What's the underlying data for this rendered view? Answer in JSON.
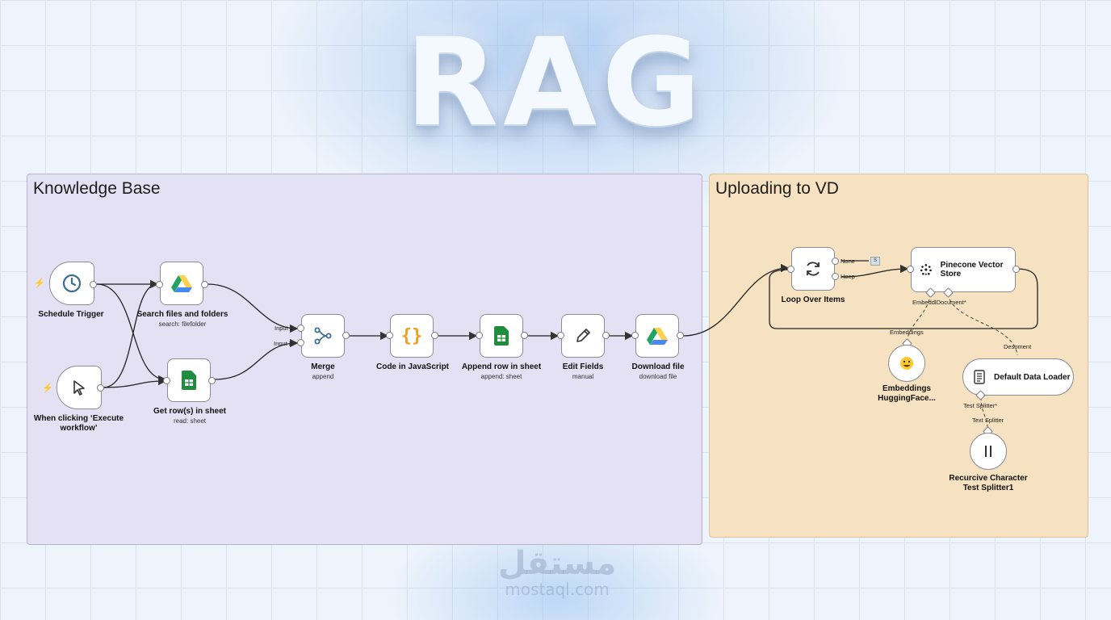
{
  "title": "RAG",
  "groups": {
    "knowledge_base": {
      "title": "Knowledge Base"
    },
    "uploading": {
      "title": "Uploading to VD"
    }
  },
  "nodes": {
    "schedule_trigger": {
      "label": "Schedule Trigger",
      "icon": "clock-icon"
    },
    "manual_trigger": {
      "label": "When clicking ‘Execute workflow’",
      "icon": "cursor-icon"
    },
    "search_files": {
      "label": "Search files and folders",
      "sub": "search: filefolder",
      "icon": "google-drive-icon"
    },
    "get_rows": {
      "label": "Get row(s) in sheet",
      "sub": "read: sheet",
      "icon": "google-sheets-icon"
    },
    "merge": {
      "label": "Merge",
      "sub": "append",
      "icon": "merge-icon",
      "input1": "Input 1",
      "input2": "Input 2"
    },
    "code": {
      "label": "Code in JavaScript",
      "icon": "code-braces-icon"
    },
    "append_row": {
      "label": "Append row in sheet",
      "sub": "append: sheet",
      "icon": "google-sheets-icon"
    },
    "edit_fields": {
      "label": "Edit Fields",
      "sub": "manual",
      "icon": "pencil-icon"
    },
    "download_file": {
      "label": "Download file",
      "sub": "download file",
      "icon": "google-drive-icon"
    },
    "loop": {
      "label": "Loop Over Items",
      "icon": "loop-icon",
      "out_done": "None",
      "out_loop": "Hoep",
      "badge": "S"
    },
    "pinecone": {
      "label": "Pinecone Vector Store",
      "icon": "pinecone-icon",
      "port_embed": "EmbeddlDocument*"
    },
    "embeddings": {
      "label": "Embeddings HuggingFace...",
      "icon": "huggingface-icon",
      "port": "Embeddings"
    },
    "data_loader": {
      "label": "Default Data Loader",
      "icon": "document-icon",
      "port_in": "Desoment",
      "port_out": "Test Splitter*"
    },
    "splitter": {
      "label": "Recurcive Character Test Splitter1",
      "icon": "pause-icon",
      "port": "Text Splitter"
    }
  },
  "colors": {
    "kb_bg": "#e5e1f4",
    "vd_bg": "#f6e2c0",
    "drive_green": "#1fa463",
    "drive_yellow": "#ffd04b",
    "drive_blue": "#4688f4",
    "sheets_green": "#1e8e3e",
    "code_orange": "#f0a020"
  },
  "watermark": {
    "arabic": "مستقل",
    "url": "mostaql.com"
  }
}
